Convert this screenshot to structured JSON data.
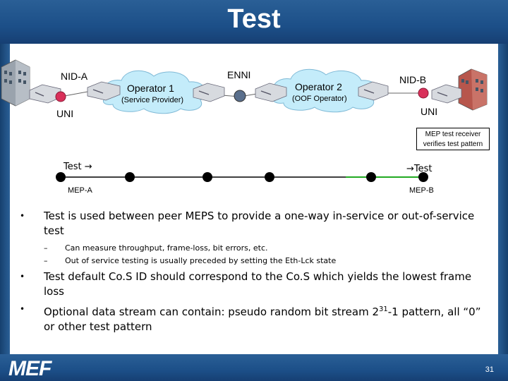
{
  "slide": {
    "title": "Test",
    "page_number": "31",
    "logo": "MEF"
  },
  "diagram": {
    "nid_a": "NID-A",
    "nid_b": "NID-B",
    "operator1": "Operator 1",
    "operator1_sub": "(Service Provider)",
    "operator2": "Operator 2",
    "operator2_sub": "(OOF Operator)",
    "enni": "ENNI",
    "uni_left": "UNI",
    "uni_right": "UNI",
    "test_left": "Test →",
    "test_right": "→Test",
    "mep_a": "MEP-A",
    "mep_b": "MEP-B",
    "note_line1": "MEP test receiver",
    "note_line2": "verifies test pattern"
  },
  "bullets": [
    {
      "text": "Test is used between peer MEPS to provide a one-way in-service or out-of-service test"
    },
    {
      "text": "Test default Co.S ID should correspond to the Co.S which yields the lowest frame loss"
    },
    {
      "text_before": "Optional data stream can contain: pseudo random bit stream 2",
      "sup": "31",
      "text_after": "-1 pattern, all “0” or other test pattern"
    }
  ],
  "sub_bullets": [
    {
      "text": "Can measure throughput, frame-loss, bit errors, etc."
    },
    {
      "text": "Out of service testing is usually preceded by setting the Eth-Lck state"
    }
  ],
  "colors": {
    "bar": "#1c4f88",
    "uni_node": "#d9305a",
    "enni_node": "#5a6f8c",
    "green_line": "#22aa22"
  }
}
